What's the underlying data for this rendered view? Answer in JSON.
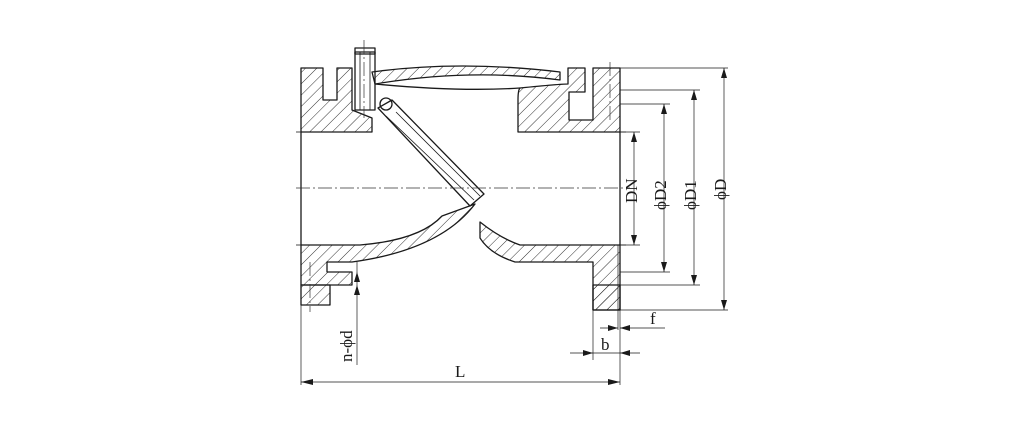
{
  "labels": {
    "dn": "DN",
    "d2": "ϕD2",
    "d1": "ϕD1",
    "d": "ϕD",
    "f": "f",
    "b": "b",
    "nd": "n-ϕd",
    "l": "L"
  }
}
